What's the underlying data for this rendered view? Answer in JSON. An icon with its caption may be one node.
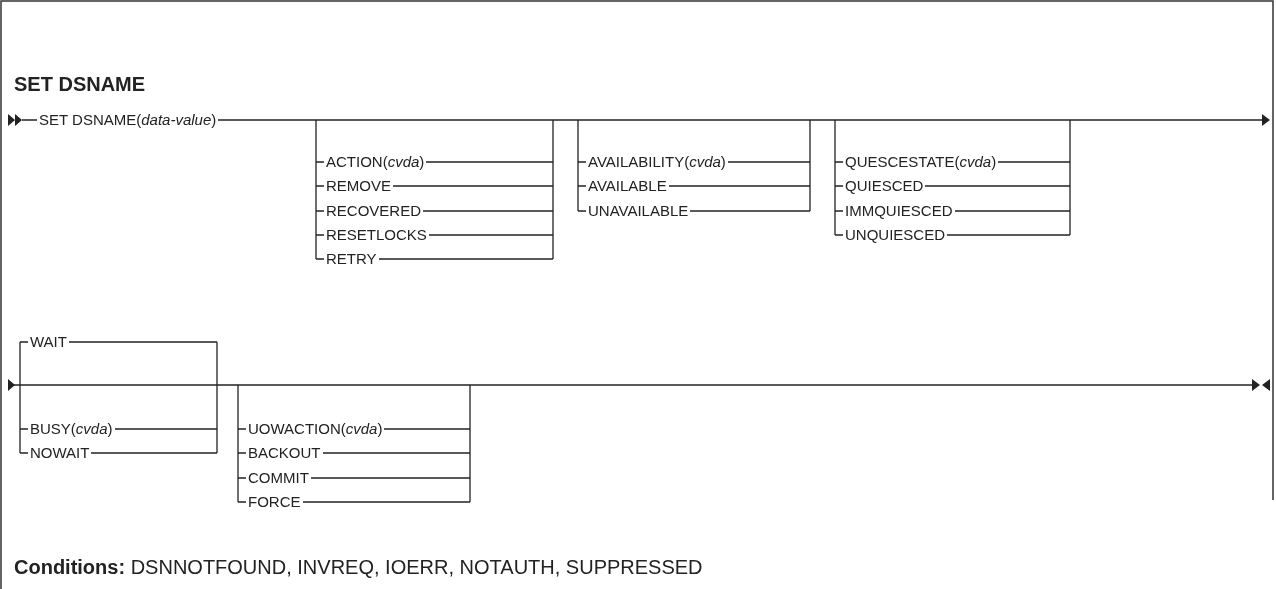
{
  "diagram": {
    "title": "SET DSNAME",
    "caption": "**Conditions:** DSNNOTFOUND, INVREQ, IOERR, NOTAUTH, SUPPRESSED",
    "labels": [
      "SET DSNAME(*data-value*)",
      "ACTION(*cvda*)",
      "REMOVE",
      "RECOVERED",
      "RESETLOCKS",
      "RETRY",
      "AVAILABILITY(*cvda*)",
      "AVAILABLE",
      "UNAVAILABLE",
      "QUESCESTATE(*cvda*)",
      "QUIESCED",
      "IMMQUIESCED",
      "UNQUIESCED",
      "WAIT",
      "BUSY(*cvda*)",
      "NOWAIT",
      "UOWACTION(*cvda*)",
      "BACKOUT",
      "COMMIT",
      "FORCE"
    ]
  }
}
